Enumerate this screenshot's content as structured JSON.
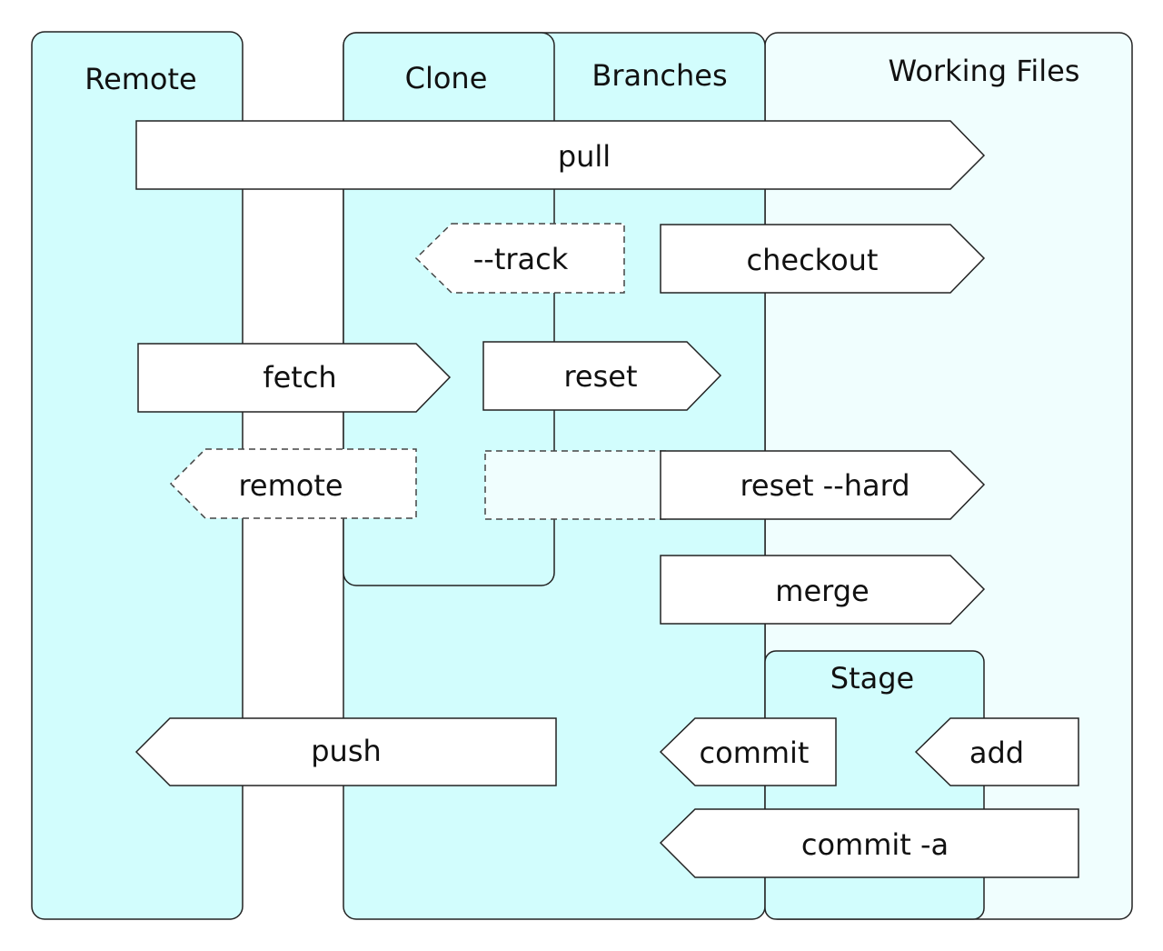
{
  "colors": {
    "lane_fill": "#d2fdfd",
    "working_fill": "#f0fefe",
    "stage_fill": "#d2fdfd",
    "arrow_fill": "#ffffff",
    "stroke": "#222222",
    "dashed_stroke": "#444444"
  },
  "lanes": {
    "remote": "Remote",
    "clone": "Clone",
    "branches": "Branches",
    "working": "Working Files",
    "stage": "Stage"
  },
  "commands": {
    "pull": "pull",
    "track": "--track",
    "checkout": "checkout",
    "fetch": "fetch",
    "reset": "reset",
    "remote": "remote",
    "reset_hard": "reset --hard",
    "merge": "merge",
    "push": "push",
    "commit": "commit",
    "add": "add",
    "commit_a": "commit -a"
  }
}
